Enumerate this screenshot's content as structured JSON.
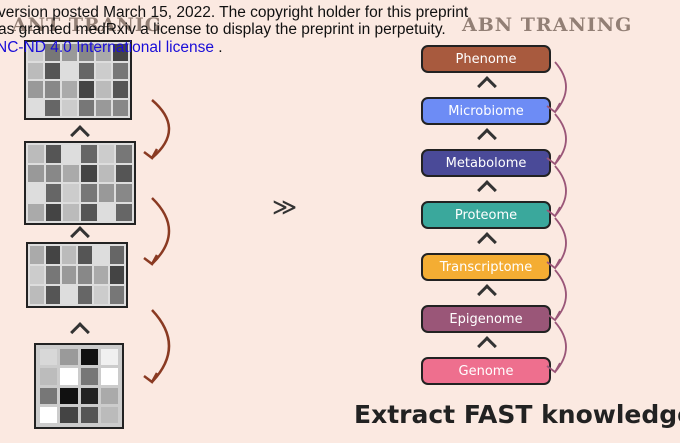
{
  "notice": {
    "line1": "version posted March 15, 2022. The copyright holder for this preprint",
    "line2": "as granted medRxiv a license to display the preprint in perpetuity.",
    "line3_link": "NC-ND 4.0 International license",
    "line3_tail": " ."
  },
  "ghost_left": "ANT TRANIG",
  "ghost_right": "ABN TRANING",
  "chevrons": "≫",
  "omics": [
    {
      "label": "Phenome",
      "color": "#a85a3e"
    },
    {
      "label": "Microbiome",
      "color": "#6d8cf5"
    },
    {
      "label": "Metabolome",
      "color": "#4a4a98"
    },
    {
      "label": "Proteome",
      "color": "#3aa89c"
    },
    {
      "label": "Transcriptome",
      "color": "#f4ad33"
    },
    {
      "label": "Epigenome",
      "color": "#9a5678"
    },
    {
      "label": "Genome",
      "color": "#ee6f8e"
    }
  ],
  "title": "Extract FAST knowledge",
  "colors": {
    "background": "#fbe9e1",
    "arrow_left": "#8a3a22",
    "arrow_right": "#9a5678",
    "link": "#1a0dd8"
  }
}
